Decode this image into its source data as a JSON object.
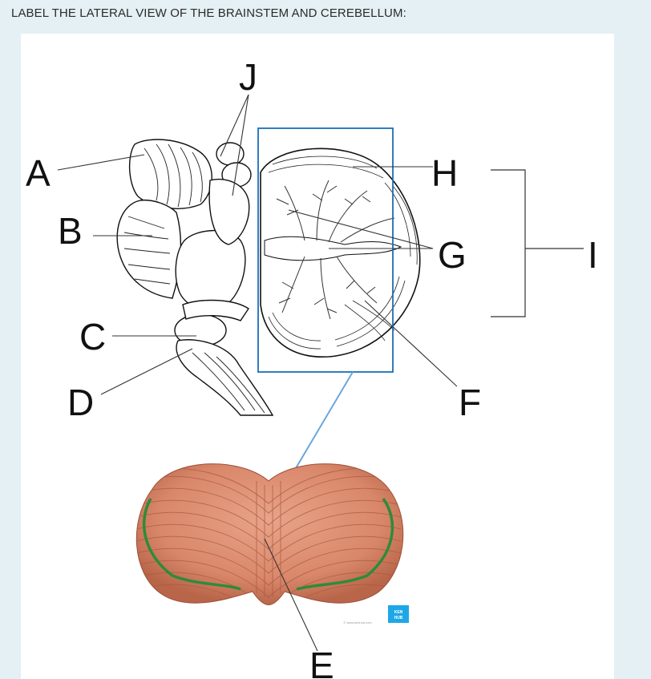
{
  "question": "LABEL THE LATERAL VIEW OF THE BRAINSTEM AND CEREBELLUM:",
  "labels": {
    "a": "A",
    "b": "B",
    "c": "C",
    "d": "D",
    "e": "E",
    "f": "F",
    "g": "G",
    "h": "H",
    "i": "I",
    "j": "J"
  },
  "watermark": {
    "logo_line1": "KEN",
    "logo_line2": "HUB",
    "site": "© www.kenhub.com"
  },
  "colors": {
    "background": "#e4f0f3",
    "frame_blue": "#1c6fb8",
    "connector_blue": "#6aa7dc",
    "cerebellum_orange": "#d9876a",
    "fissure_green": "#2e8b3a",
    "logo_blue": "#1ea7e6"
  }
}
